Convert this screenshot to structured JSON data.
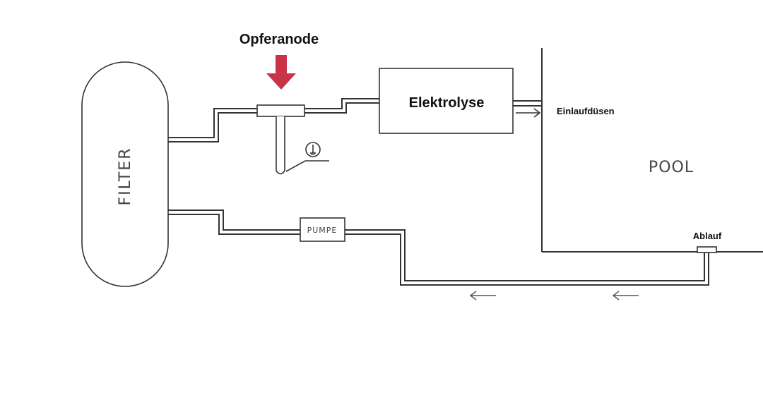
{
  "labels": {
    "filter": "FILTER",
    "anode": "Opferanode",
    "electrolysis": "Elektrolyse",
    "inlet_nozzles": "Einlaufdüsen",
    "pool": "POOL",
    "pump": "PUMPE",
    "drain": "Ablauf"
  },
  "colors": {
    "anode_arrow": "#c8334a",
    "line": "#333333"
  },
  "icons": {
    "ground": "ground-symbol-icon",
    "flow": "left-arrow-icon"
  }
}
